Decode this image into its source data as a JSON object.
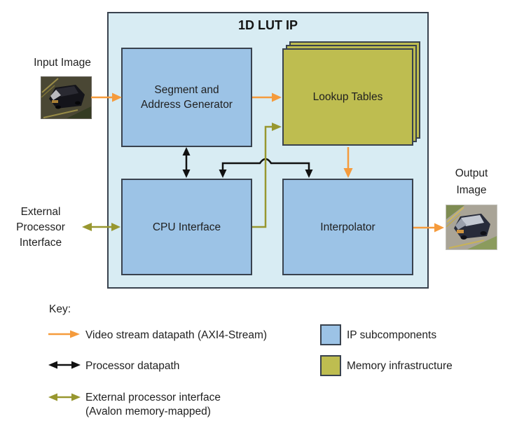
{
  "diagram": {
    "title": "1D LUT IP",
    "blocks": {
      "segment_line1": "Segment and",
      "segment_line2": "Address Generator",
      "lookup": "Lookup Tables",
      "cpu": "CPU Interface",
      "interpolator": "Interpolator"
    },
    "input_label": "Input Image",
    "output_label_line1": "Output",
    "output_label_line2": "Image",
    "external_label_line1": "External",
    "external_label_line2": "Processor",
    "external_label_line3": "Interface"
  },
  "key": {
    "title": "Key:",
    "arrows": [
      {
        "name": "video-stream-datapath",
        "label": "Video stream datapath (AXI4-Stream)",
        "color": "#F59B3C",
        "style": "single-headed"
      },
      {
        "name": "processor-datapath",
        "label": "Processor datapath",
        "color": "#111111",
        "style": "double-headed"
      },
      {
        "name": "external-processor-interface",
        "label_line1": "External processor interface",
        "label_line2": "(Avalon memory-mapped)",
        "color": "#98972F",
        "style": "double-headed"
      }
    ],
    "swatches": [
      {
        "name": "ip-subcomponents",
        "label": "IP subcomponents",
        "color": "#9CC3E6"
      },
      {
        "name": "memory-infrastructure",
        "label": "Memory infrastructure",
        "color": "#BEBD50"
      }
    ]
  },
  "colors": {
    "container_fill": "#D8ECF3",
    "block_fill": "#9CC3E6",
    "memory_fill": "#BEBD50",
    "video_arrow": "#F59B3C",
    "processor_arrow": "#111111",
    "external_arrow": "#98972F",
    "border": "#39424E"
  }
}
